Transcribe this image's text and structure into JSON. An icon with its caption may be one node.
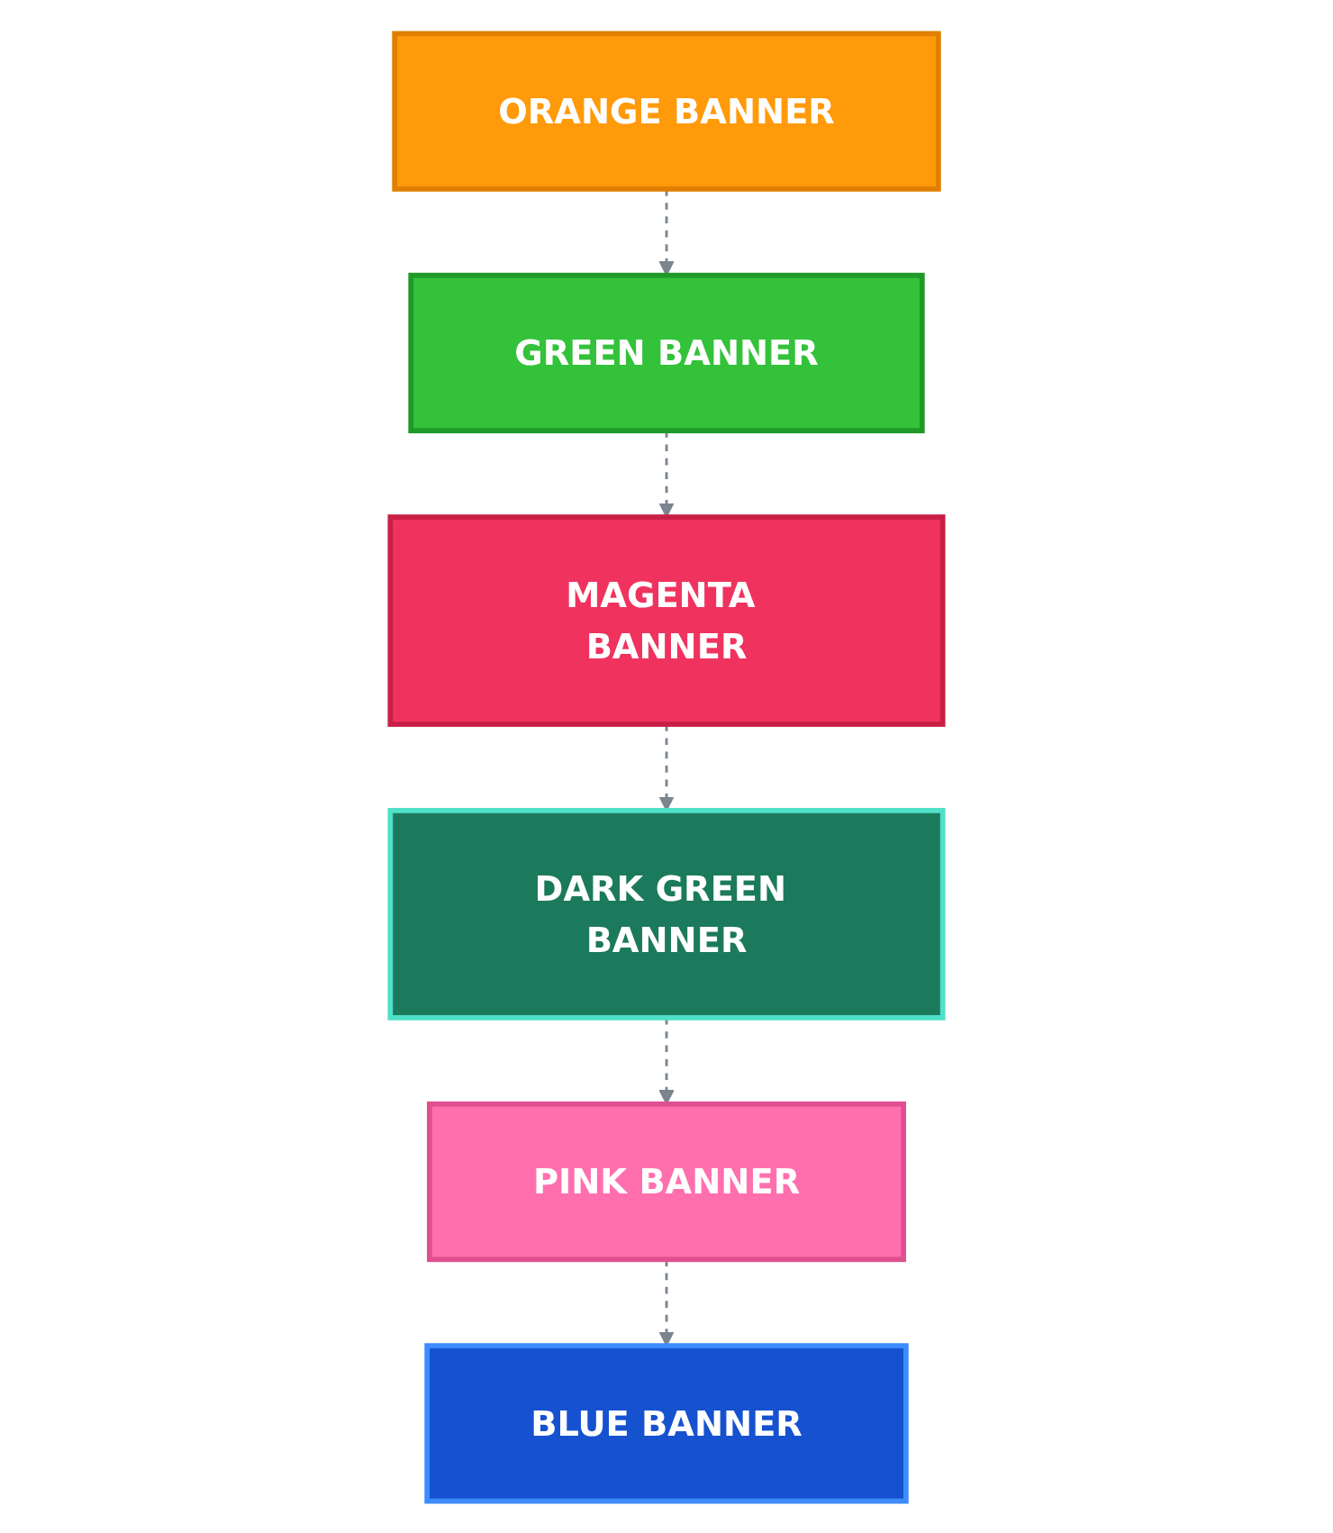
{
  "diagram": {
    "nodes": [
      {
        "text": [
          "ORANGE BANNER"
        ]
      },
      {
        "text": [
          "GREEN BANNER"
        ]
      },
      {
        "text": [
          "MAGENTA BANNER"
        ]
      },
      {
        "text": [
          "DARK GREEN BANNER"
        ]
      },
      {
        "text": [
          "PINK BANNER"
        ]
      },
      {
        "text": [
          "BLUE BANNER"
        ]
      }
    ],
    "edges": [
      {
        "from": 0,
        "to": 1,
        "arrow": "to",
        "style": "dashed"
      },
      {
        "from": 1,
        "to": 2,
        "arrow": "to",
        "style": "dashed"
      },
      {
        "from": 2,
        "to": 3,
        "arrow": "to",
        "style": "dashed"
      },
      {
        "from": 3,
        "to": 4,
        "arrow": "to",
        "style": "dashed"
      },
      {
        "from": 4,
        "to": 5,
        "arrow": "to",
        "style": "dashed"
      }
    ]
  }
}
